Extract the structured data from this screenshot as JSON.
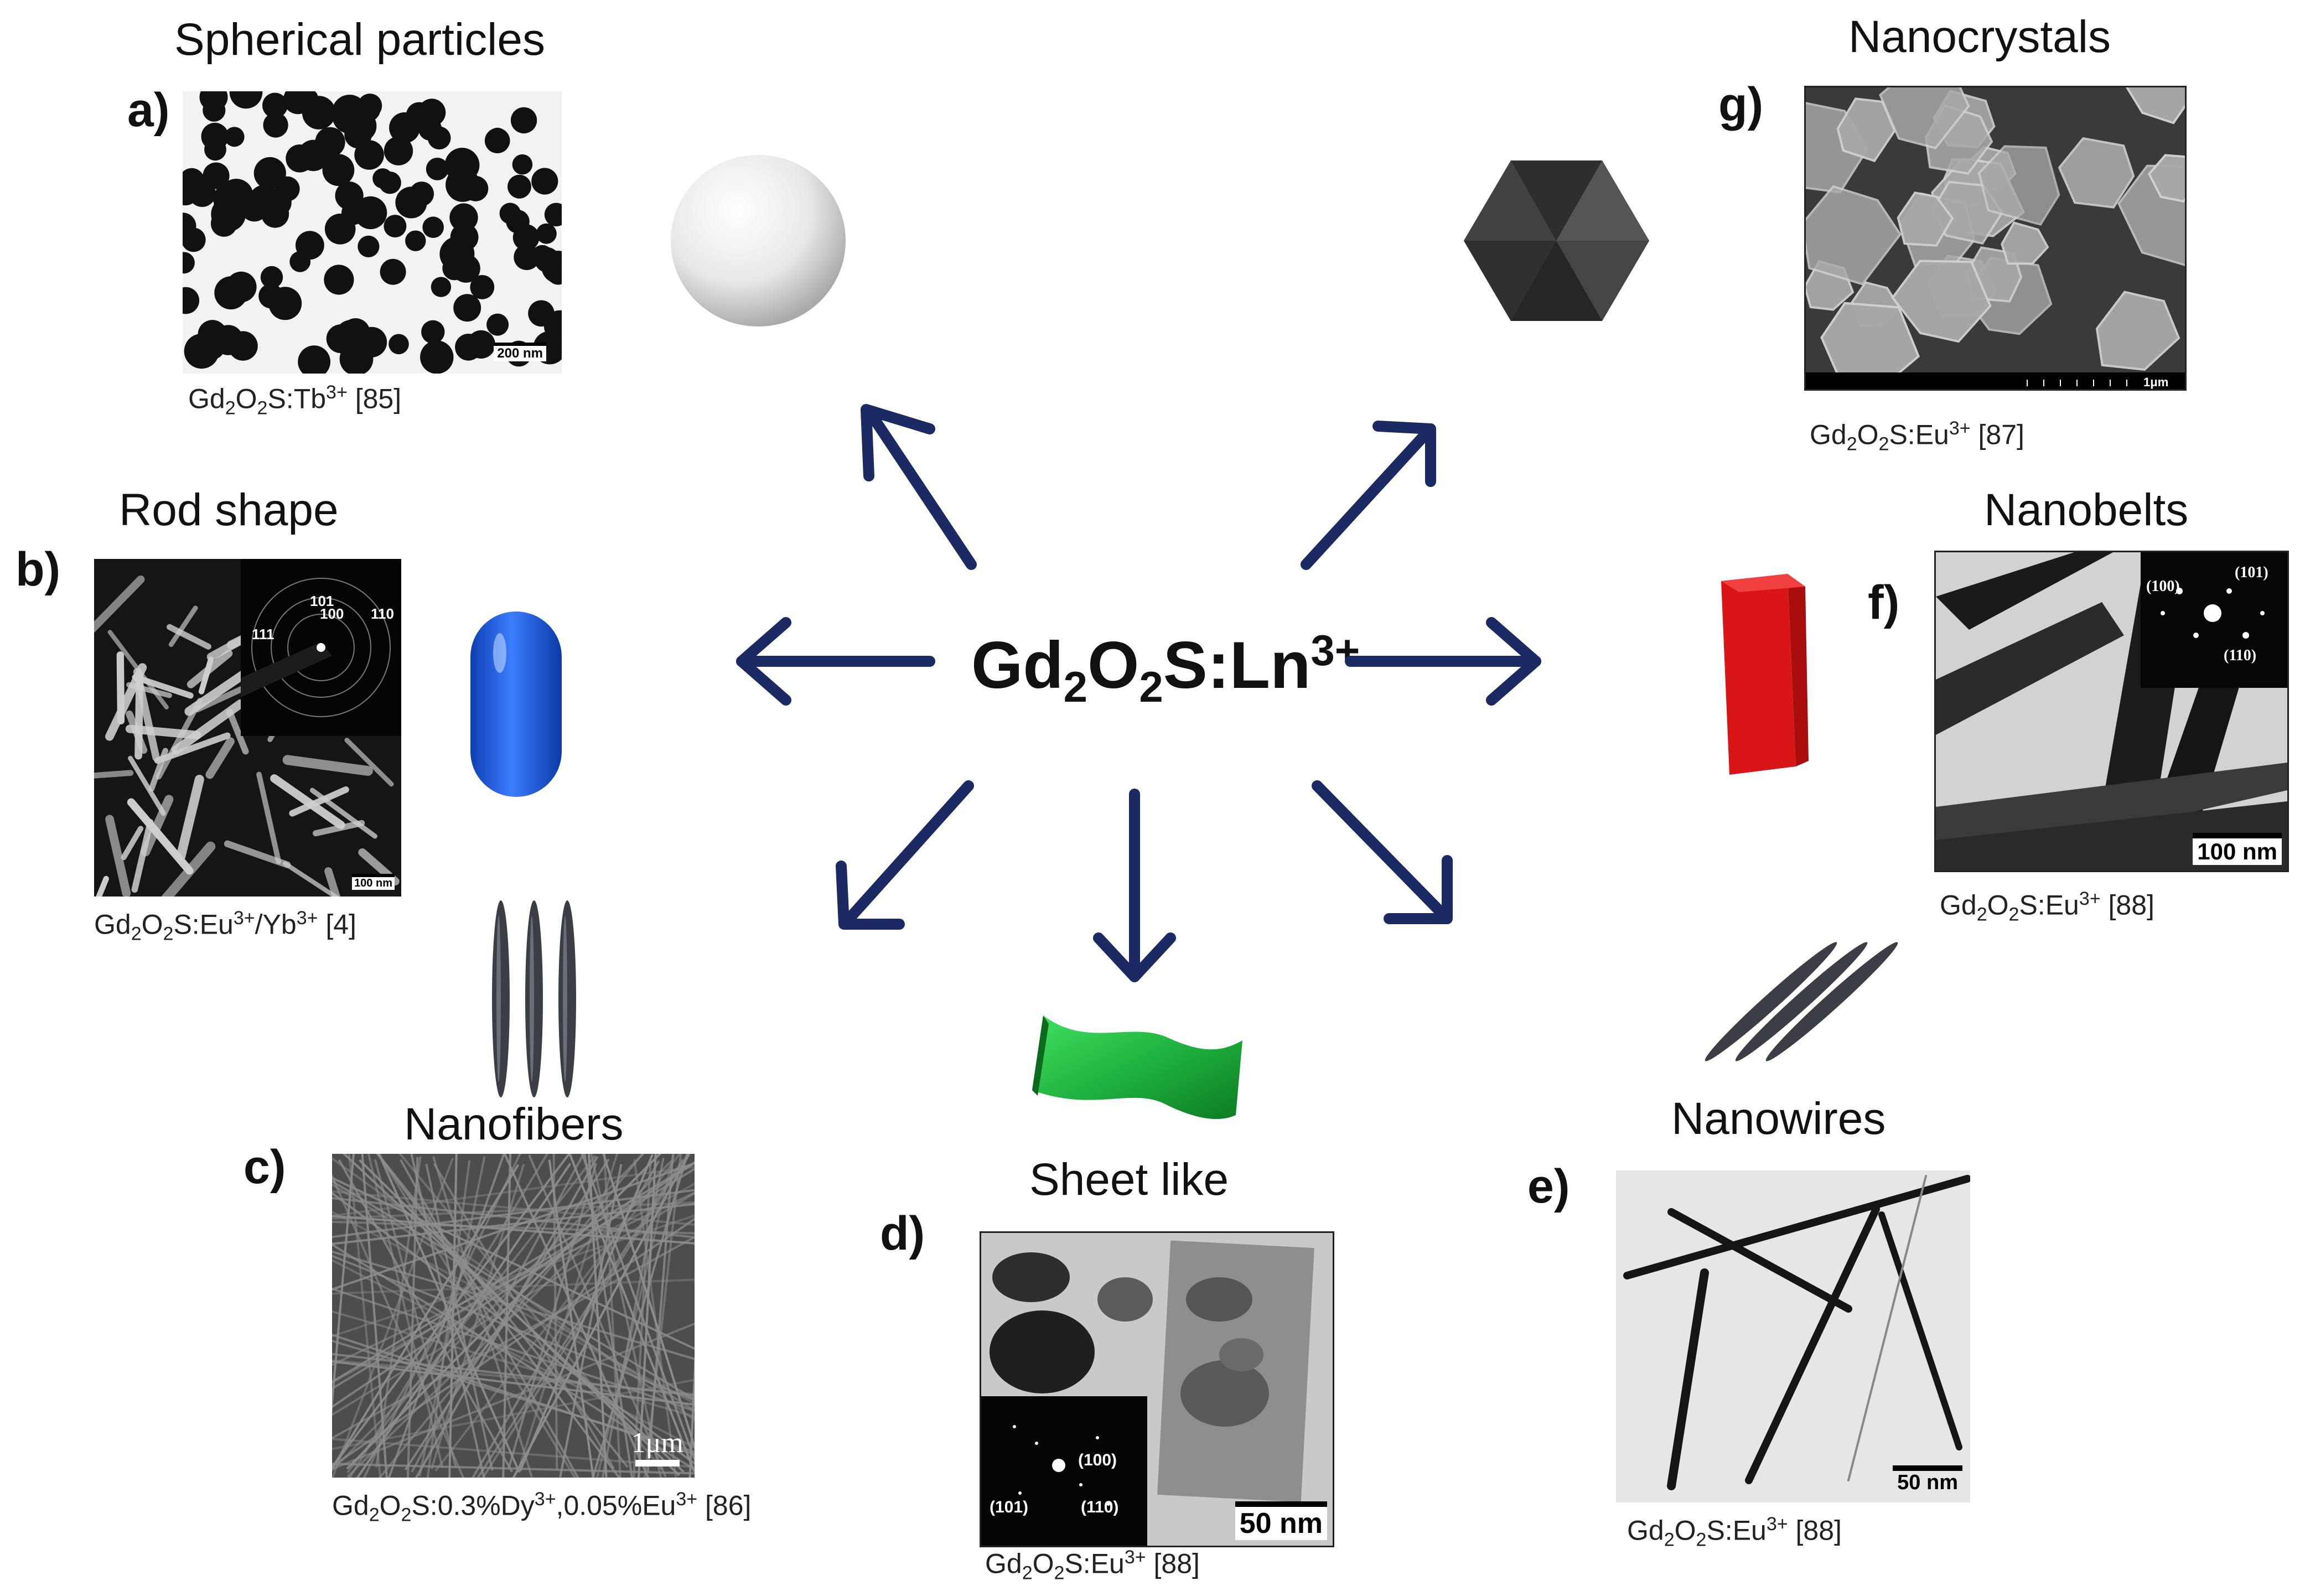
{
  "center": {
    "main_a": "Gd",
    "sub_a": "2",
    "main_b": "O",
    "sub_b": "2",
    "main_c": "S:Ln",
    "sup": "3+"
  },
  "panels": {
    "a": {
      "letter": "a)",
      "title": "Spherical particles",
      "scale": "200 nm",
      "caption": {
        "p1": "Gd",
        "s1": "2",
        "p2": "O",
        "s2": "2",
        "p3": "S:Tb",
        "sup1": "3+",
        "p4": " [85]"
      }
    },
    "b": {
      "letter": "b)",
      "title": "Rod shape",
      "scale": "100 nm",
      "inset_labels": [
        "101",
        "100",
        "110",
        "111"
      ],
      "caption": {
        "p1": "Gd",
        "s1": "2",
        "p2": "O",
        "s2": "2",
        "p3": "S:Eu",
        "sup1": "3+",
        "p4": "/Yb",
        "sup2": "3+",
        "p5": " [4]"
      }
    },
    "c": {
      "letter": "c)",
      "title": "Nanofibers",
      "scale": "1μm",
      "caption": {
        "p1": "Gd",
        "s1": "2",
        "p2": "O",
        "s2": "2",
        "p3": "S:0.3%Dy",
        "sup1": "3+",
        "p4": ",0.05%Eu",
        "sup2": "3+",
        "p5": " [86]"
      }
    },
    "d": {
      "letter": "d)",
      "title": "Sheet like",
      "scale": "50 nm",
      "inset_labels": [
        "(100)",
        "(101)",
        "(110)"
      ],
      "caption": {
        "p1": "Gd",
        "s1": "2",
        "p2": "O",
        "s2": "2",
        "p3": "S:Eu",
        "sup1": "3+",
        "p4": " [88]"
      }
    },
    "e": {
      "letter": "e)",
      "title": "Nanowires",
      "scale": "50 nm",
      "caption": {
        "p1": "Gd",
        "s1": "2",
        "p2": "O",
        "s2": "2",
        "p3": "S:Eu",
        "sup1": "3+",
        "p4": " [88]"
      }
    },
    "f": {
      "letter": "f)",
      "title": "Nanobelts",
      "scale": "100 nm",
      "inset_labels": [
        "(100)",
        "(101)",
        "(110)"
      ],
      "caption": {
        "p1": "Gd",
        "s1": "2",
        "p2": "O",
        "s2": "2",
        "p3": "S:Eu",
        "sup1": "3+",
        "p4": " [88]"
      }
    },
    "g": {
      "letter": "g)",
      "title": "Nanocrystals",
      "scale": "1μm",
      "caption": {
        "p1": "Gd",
        "s1": "2",
        "p2": "O",
        "s2": "2",
        "p3": "S:Eu",
        "sup1": "3+",
        "p4": " [87]"
      }
    }
  },
  "colors": {
    "arrow": "#1b2a63",
    "sphere": "#e9e9e9",
    "capsule": "#1f5be0",
    "fiber": "#3c3f46",
    "sheet": "#1fae3b",
    "prism": "#d91a1a",
    "hexagon": "#3a3a3a"
  }
}
